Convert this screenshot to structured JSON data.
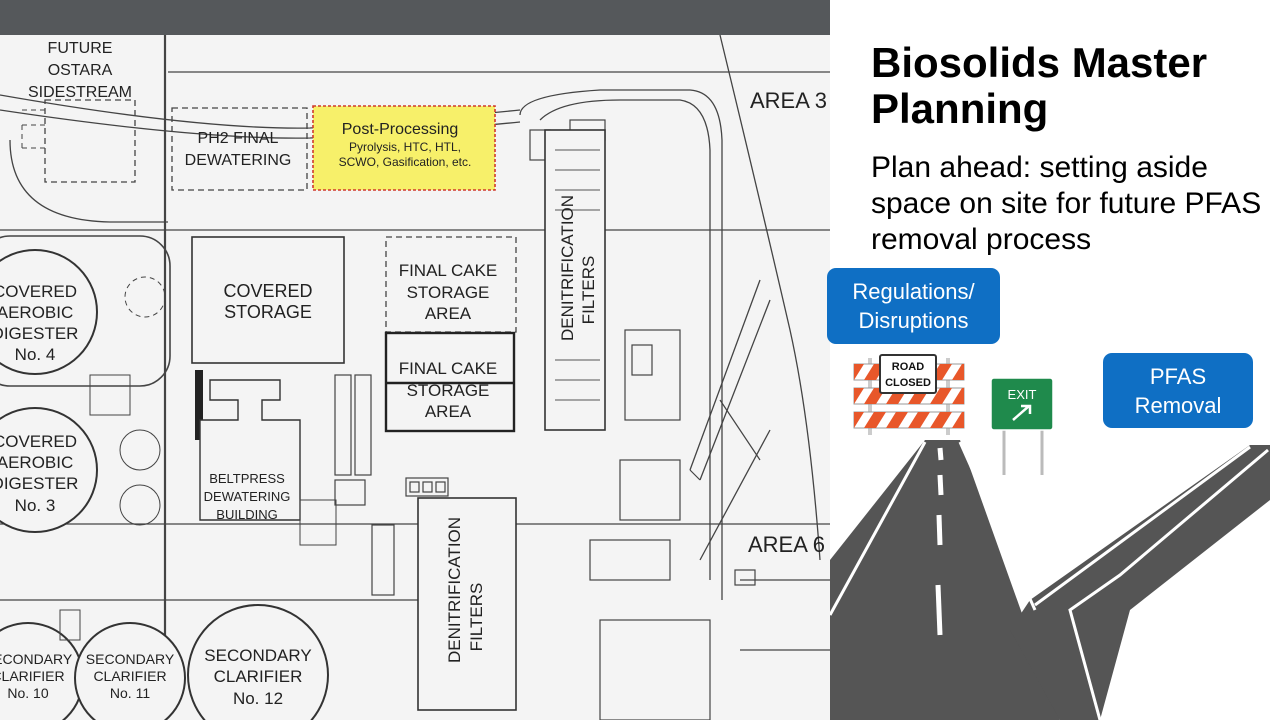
{
  "slide": {
    "title": "Biosolids Master Planning",
    "subtitle": "Plan ahead: setting aside space on site for future PFAS removal process"
  },
  "callouts": {
    "regulations": "Regulations/ Disruptions",
    "pfas": "PFAS Removal"
  },
  "signs": {
    "road_closed_1": "ROAD",
    "road_closed_2": "CLOSED",
    "exit": "EXIT"
  },
  "plan": {
    "future_ostara": [
      "FUTURE",
      "OSTARA",
      "SIDESTREAM"
    ],
    "ph2_final_dewatering": [
      "PH2 FINAL",
      "DEWATERING"
    ],
    "post_processing": {
      "title": "Post-Processing",
      "line1": "Pyrolysis, HTC, HTL,",
      "line2": "SCWO, Gasification, etc.",
      "highlight_color": "#f7f06a"
    },
    "area_top": "AREA 3",
    "area_mid": "AREA 6",
    "covered_storage": [
      "COVERED",
      "STORAGE"
    ],
    "final_cake_1": [
      "FINAL CAKE",
      "STORAGE",
      "AREA"
    ],
    "final_cake_2": [
      "FINAL CAKE",
      "STORAGE",
      "AREA"
    ],
    "denitrification_1": [
      "DENITRIFICATION",
      "FILTERS"
    ],
    "denitrification_2": [
      "DENITRIFICATION",
      "FILTERS"
    ],
    "digester_4": [
      "COVERED",
      "AEROBIC",
      "DIGESTER",
      "No. 4"
    ],
    "digester_3": [
      "COVERED",
      "AEROBIC",
      "DIGESTER",
      "No. 3"
    ],
    "beltpress": [
      "BELTPRESS",
      "DEWATERING",
      "BUILDING"
    ],
    "clarifier_10": [
      "SECONDARY",
      "CLARIFIER",
      "No. 10"
    ],
    "clarifier_11": [
      "SECONDARY",
      "CLARIFIER",
      "No. 11"
    ],
    "clarifier_12": [
      "SECONDARY",
      "CLARIFIER",
      "No. 12"
    ]
  },
  "colors": {
    "accent_blue": "#0f6fc4",
    "top_bar": "#55585b",
    "exit_green": "#1f8a4c",
    "closed_orange": "#e8572a"
  }
}
